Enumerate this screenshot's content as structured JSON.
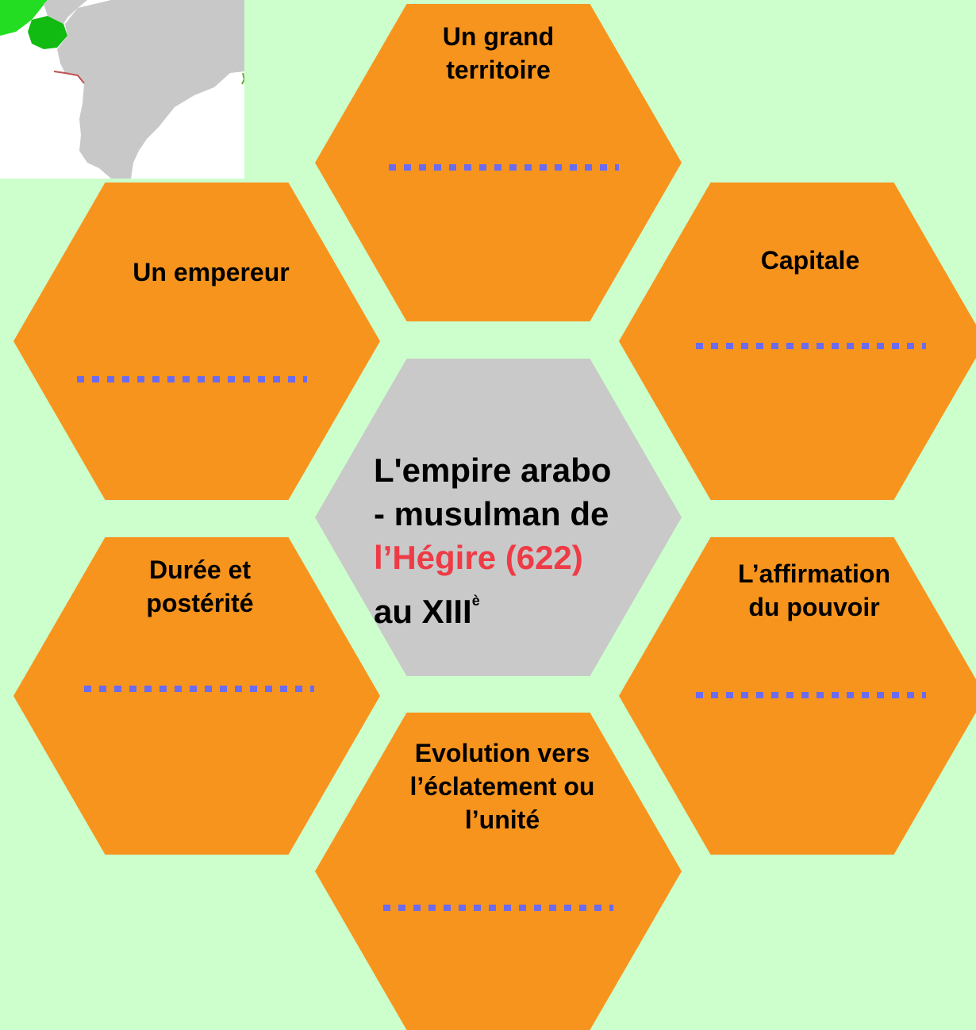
{
  "center": {
    "line1": "L'empire arabo",
    "line2": "- musulman de",
    "line3_red": "l’Hégire (622)",
    "line4": "au XIII",
    "line4_sup": "è"
  },
  "hexagons": {
    "top": {
      "label": "Un grand\nterritoire"
    },
    "upper_right": {
      "label": "Capitale"
    },
    "upper_left": {
      "label": "Un empereur"
    },
    "lower_left": {
      "label": "Durée et\npostérité"
    },
    "lower_right": {
      "label": "L’affirmation\ndu pouvoir"
    },
    "bottom": {
      "label": "Evolution vers\nl’éclatement ou\nl’unité"
    }
  },
  "colors": {
    "background": "#ccffcc",
    "hex_fill": "#f7941d",
    "center_fill": "#c9c9c9",
    "accent_red": "#ee3b45",
    "dotted_line": "#6b6bf0"
  },
  "icons": {
    "map_image": "map-fragment-icon"
  }
}
